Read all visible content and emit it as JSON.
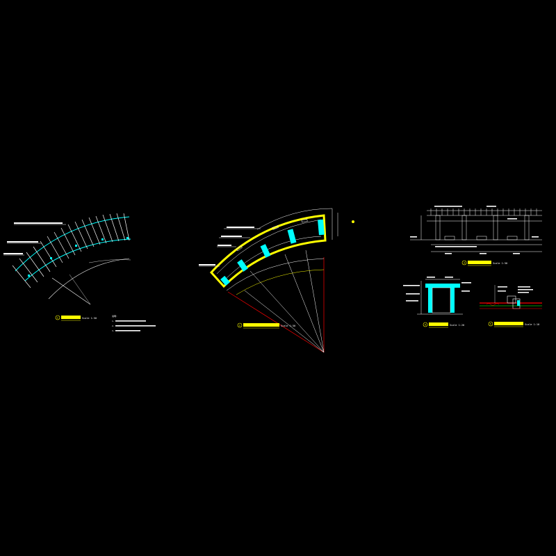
{
  "drawing": {
    "background": "#000000",
    "colors": {
      "line": "#ffffff",
      "title": "#ffff00",
      "cyan": "#00ffff",
      "yellow": "#ffff00",
      "red": "#ff0000",
      "green": "#00c800"
    },
    "views": [
      {
        "id": "plan-1",
        "number": "1",
        "scale_text": "Scale 1:50",
        "notes_heading": "说明:",
        "notes": [
          "1.",
          "2.",
          "3."
        ]
      },
      {
        "id": "plan-2",
        "number": "2",
        "scale_text": "Scale 1:50"
      },
      {
        "id": "elevation-3",
        "number": "3",
        "scale_text": "Scale 1:50"
      },
      {
        "id": "section-4",
        "number": "4",
        "scale_text": "Scale 1:20"
      },
      {
        "id": "detail-5",
        "number": "5",
        "scale_text": "Scale 1:10"
      }
    ]
  }
}
